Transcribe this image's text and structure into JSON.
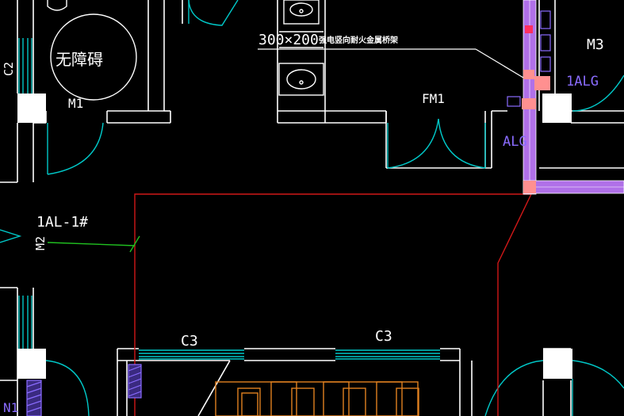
{
  "drawing": {
    "background_color": "#000000",
    "labels": {
      "accessible_room": "无障碍",
      "door_m1": "M1",
      "door_fm1": "FM1",
      "door_m3": "M3",
      "alg_upper": "1ALG",
      "alg_lower": "ALG",
      "circuit": "1AL-1#",
      "door_m2": "M2",
      "window_c2": "C2",
      "window_c3_left": "C3",
      "window_c3_right": "C3",
      "door_n1": "N1"
    },
    "tray_annotation": {
      "size": "300×200",
      "note": "强电竖向耐火金属桥架"
    },
    "colors": {
      "wall": "#ffffff",
      "door_swing": "#00c8c8",
      "window": "#00c8c8",
      "circuit_line": "#d01818",
      "green_line": "#20c020",
      "cable_tray": "#b070e8",
      "tray_pink": "#ff9090",
      "furniture": "#e08020",
      "column_fill": "#ffffff",
      "label_text": "#ffffff",
      "alg_text": "#8a6cff"
    }
  }
}
